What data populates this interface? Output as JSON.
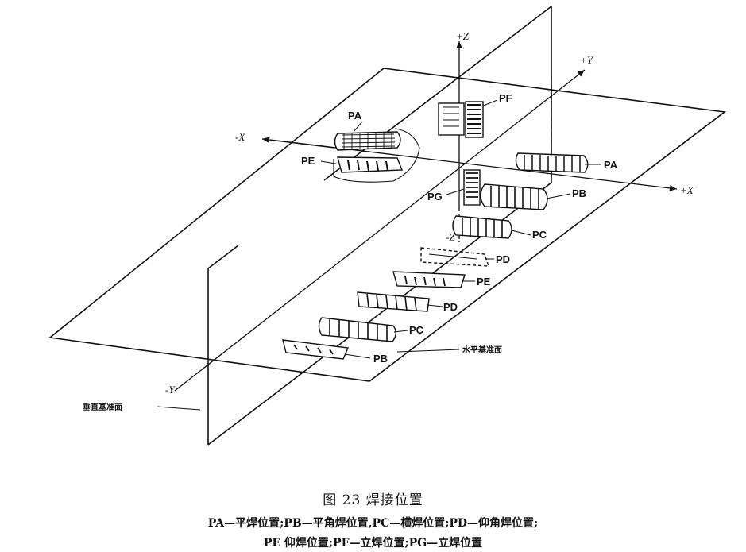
{
  "diagram": {
    "axes": {
      "plus_z": "+Z",
      "plus_y": "+Y",
      "minus_x": "-X",
      "plus_x": "+X",
      "minus_z": "-Z",
      "minus_y": "-Y"
    },
    "positions": {
      "pa_left": "PA",
      "pe_left": "PE",
      "pf": "PF",
      "pa_right": "PA",
      "pg": "PG",
      "pb_right": "PB",
      "pc_upper": "PC",
      "pd_upper": "PD",
      "pe_mid": "PE",
      "pd_lower": "PD",
      "pc_lower": "PC",
      "pb_lower": "PB"
    },
    "planes": {
      "horizontal": "水平基准面",
      "vertical": "垂直基准面"
    }
  },
  "caption": {
    "title": "图 23   焊接位置",
    "line1": "PA—平焊位置;PB—平角焊位置,PC—横焊位置;PD—仰角焊位置;",
    "line2": "PE   仰焊位置;PF—立焊位置;PG—立焊位置"
  }
}
